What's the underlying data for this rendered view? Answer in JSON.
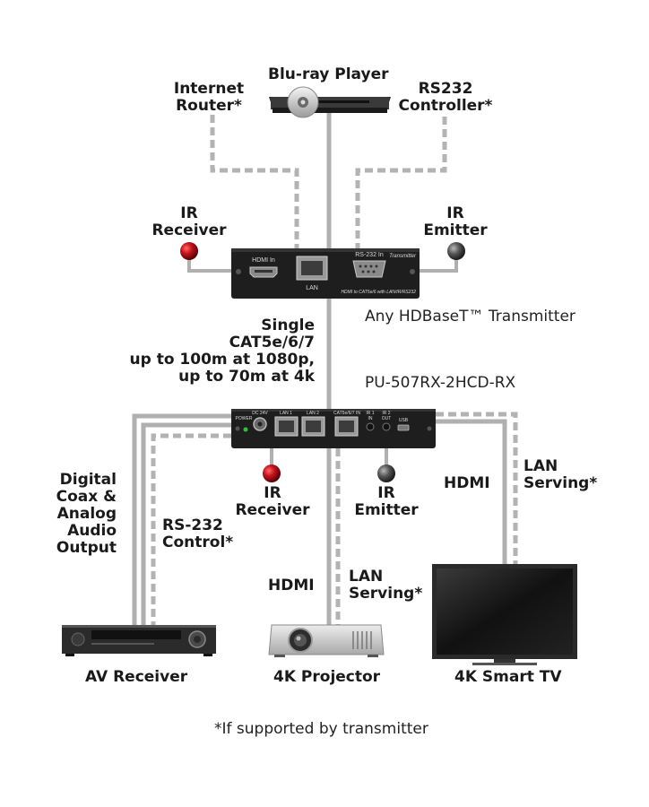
{
  "labels": {
    "bluray": "Blu-ray Player",
    "internet_router": [
      "Internet",
      "Router*"
    ],
    "rs232_controller": [
      "RS232",
      "Controller*"
    ],
    "ir_receiver_top": [
      "IR",
      "Receiver"
    ],
    "ir_emitter_top": [
      "IR",
      "Emitter"
    ],
    "cable_spec": [
      "Single",
      "CAT5e/6/7",
      "up to 100m at 1080p,",
      "up to 70m at 4k"
    ],
    "transmitter_name": "Any HDBaseT™ Transmitter",
    "receiver_name": "PU-507RX-2HCD-RX",
    "audio_output": [
      "Digital",
      "Coax &",
      "Analog",
      "Audio",
      "Output"
    ],
    "rs232_control": [
      "RS-232",
      "Control*"
    ],
    "ir_receiver_bottom": [
      "IR",
      "Receiver"
    ],
    "ir_emitter_bottom": [
      "IR",
      "Emitter"
    ],
    "hdmi_tv": "HDMI",
    "lan_serving_tv": [
      "LAN",
      "Serving*"
    ],
    "hdmi_projector": "HDMI",
    "lan_serving_projector": [
      "LAN",
      "Serving*"
    ],
    "av_receiver": "AV Receiver",
    "projector": "4K Projector",
    "smart_tv": "4K Smart TV",
    "footnote": "*If supported by transmitter"
  },
  "transmitter_panel": {
    "hdmi_in": "HDMI In",
    "lan": "LAN",
    "rs232_in": "RS-232 In",
    "brand": "Transmitter",
    "caption": "HDMI to CAT5e/6 with LAN/IR/RS232"
  },
  "receiver_panel": {
    "dc": "DC 24V",
    "power": "POWER",
    "lan1": "LAN 1",
    "lan2": "LAN 2",
    "cat_in": "CAT5e/6/7 IN",
    "ir1": [
      "IR 1",
      "IN"
    ],
    "ir2": [
      "IR 2",
      "OUT"
    ],
    "usb": "USB"
  },
  "colors": {
    "cable_solid": "#b0b0b0",
    "cable_dashed": "#b3b3b3",
    "device_dark": "#1e1e1e",
    "ir_receiver_red": "#c8141c",
    "ir_emitter_grey": "#555555"
  }
}
